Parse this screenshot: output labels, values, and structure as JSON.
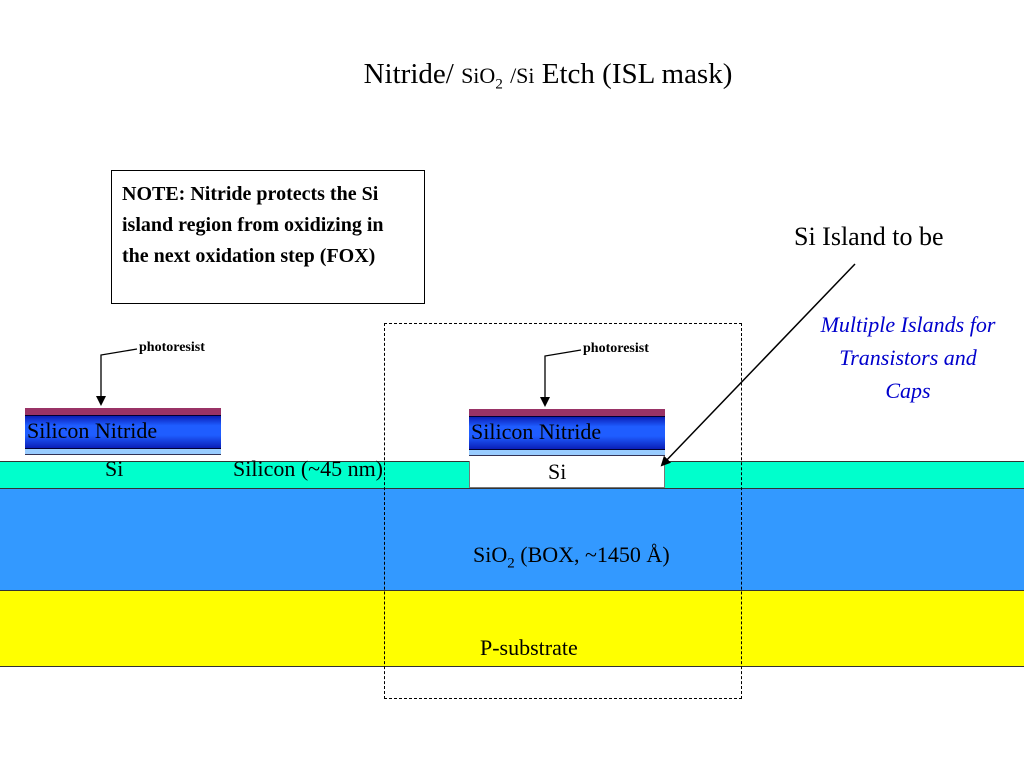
{
  "title": {
    "part1": "Nitride/",
    "part2": "SiO",
    "part2_sub": "2",
    "part3": "/Si",
    "part4": "Etch (ISL mask)"
  },
  "note": "NOTE: Nitride protects the Si island region from oxidizing in the next oxidation step (FOX)",
  "left_stack": {
    "photoresist_label": "photoresist",
    "nitride_label": "Silicon Nitride",
    "si_label": "Si"
  },
  "right_stack": {
    "photoresist_label": "photoresist",
    "nitride_label": "Silicon Nitride",
    "si_label": "Si"
  },
  "layers": {
    "silicon_label": "Silicon (~45 nm)",
    "box_label_main": "SiO",
    "box_label_sub": "2",
    "box_label_rest": "(BOX, ~1450 Å)",
    "substrate_label": "P-substrate"
  },
  "annotations": {
    "island_label": "Si Island to be",
    "multiple_islands": "Multiple Islands for Transistors and Caps"
  },
  "colors": {
    "silicon_layer": "#00ffcc",
    "box_oxide": "#3399ff",
    "substrate": "#ffff00",
    "photoresist": "#993366",
    "nitride": "#1f5dff",
    "thin_oxide": "#99ccff",
    "multi_text": "#0000cc"
  }
}
